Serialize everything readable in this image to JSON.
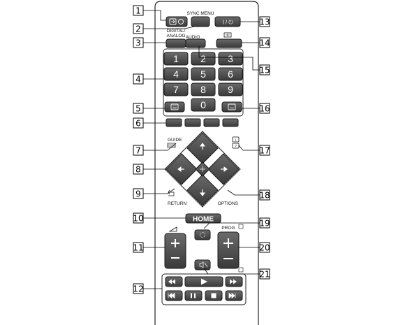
{
  "labels": {
    "sync_menu": "SYNC MENU",
    "digital_analog": "DIGITAL/\nANALOG",
    "audio": "AUDIO",
    "guide": "GUIDE",
    "return": "RETURN",
    "options": "OPTIONS",
    "home": "HOME",
    "prog": "PROG",
    "power": "I / ⏻"
  },
  "digits": [
    "1",
    "2",
    "3",
    "4",
    "5",
    "6",
    "7",
    "8",
    "9",
    "0"
  ],
  "callouts": [
    "1",
    "2",
    "3",
    "4",
    "5",
    "6",
    "7",
    "8",
    "9",
    "10",
    "11",
    "12",
    "13",
    "14",
    "15",
    "16",
    "17",
    "18",
    "19",
    "20",
    "21"
  ],
  "icons": {
    "input": "input-icon",
    "sync_menu": "sync-menu-button",
    "power": "power-icon",
    "screen_mode": "wide-mode-icon",
    "teletext": "teletext-icon",
    "subtitle": "subtitle-icon",
    "info": "info-icon",
    "guide": "guide-icon",
    "return": "return-icon",
    "volume": "volume-icon",
    "3d": "3d-icon",
    "mute": "mute-icon"
  },
  "colors": {
    "button": "#4a4a4a",
    "button_border": "#1a1a1a",
    "body_outline": "#222222",
    "callout_box": "#000000"
  }
}
